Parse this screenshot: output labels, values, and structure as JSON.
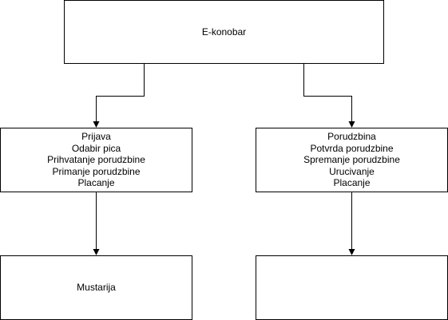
{
  "root": {
    "label": "E-konobar"
  },
  "left_branch": {
    "items": [
      "Prijava",
      "Odabir pica",
      "Prihvatanje porudzbine",
      "Primanje porudzbine",
      "Placanje"
    ],
    "child_label": "Mustarija"
  },
  "right_branch": {
    "items": [
      "Porudzbina",
      "Potvrda porudzbine",
      "Spremanje porudzbine",
      "Urucivanje",
      "Placanje"
    ],
    "child_label": ""
  }
}
